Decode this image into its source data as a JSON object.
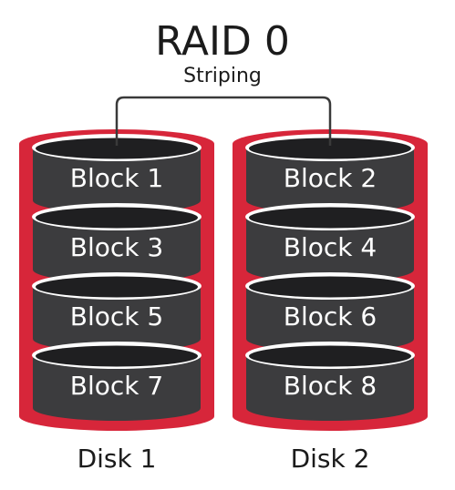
{
  "title": "RAID 0",
  "subtitle": "Striping",
  "colors": {
    "disk_casing": "#d7263a",
    "block_body": "#3c3c3e",
    "block_top": "#1f1f21",
    "block_rim": "#ffffff",
    "connector": "#3a3a3a",
    "text_dark": "#1b1b1b",
    "text_light": "#ffffff"
  },
  "disks": [
    {
      "label": "Disk 1",
      "blocks": [
        "Block 1",
        "Block 3",
        "Block 5",
        "Block 7"
      ]
    },
    {
      "label": "Disk 2",
      "blocks": [
        "Block 2",
        "Block 4",
        "Block 6",
        "Block 8"
      ]
    }
  ]
}
